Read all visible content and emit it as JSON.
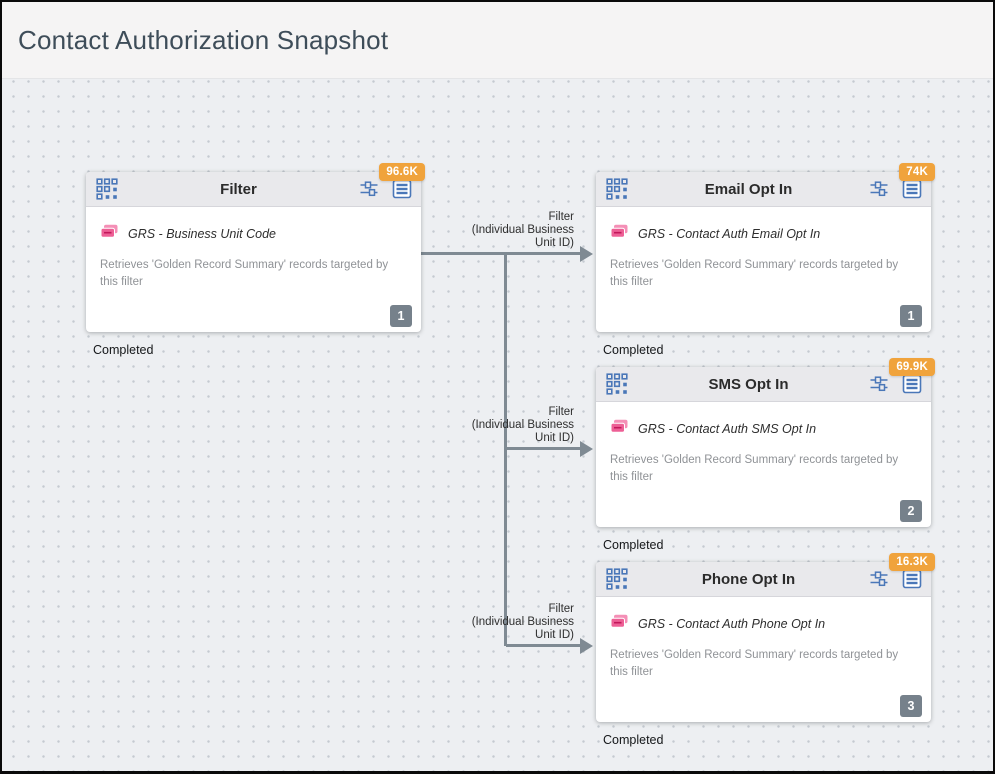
{
  "header": {
    "title": "Contact Authorization Snapshot"
  },
  "canvas": {
    "nodes": [
      {
        "title": "Filter",
        "badge": "96.6K",
        "source": "GRS - Business Unit Code",
        "description": "Retrieves 'Golden Record Summary' records targeted by this filter",
        "step": "1",
        "status": "Completed"
      },
      {
        "title": "Email Opt In",
        "badge": "74K",
        "source": "GRS - Contact Auth Email Opt In",
        "description": "Retrieves 'Golden Record Summary' records targeted by this filter",
        "step": "1",
        "status": "Completed"
      },
      {
        "title": "SMS Opt In",
        "badge": "69.9K",
        "source": "GRS - Contact Auth SMS Opt In",
        "description": "Retrieves 'Golden Record Summary' records targeted by this filter",
        "step": "2",
        "status": "Completed"
      },
      {
        "title": "Phone Opt In",
        "badge": "16.3K",
        "source": "GRS - Contact Auth Phone Opt In",
        "description": "Retrieves 'Golden Record Summary' records targeted by this filter",
        "step": "3",
        "status": "Completed"
      }
    ],
    "edges": [
      {
        "label": "Filter\n(Individual Business\nUnit ID)"
      },
      {
        "label": "Filter\n(Individual Business\nUnit ID)"
      },
      {
        "label": "Filter\n(Individual Business\nUnit ID)"
      }
    ],
    "icons": {
      "grid": "grid-handle-icon",
      "sliders": "configure-sliders-icon",
      "list": "results-list-icon",
      "source": "data-extension-icon"
    },
    "colors": {
      "badge_orange": "#F0A33C",
      "icon_blue": "#4A77B8",
      "source_pink": "#ED5F95",
      "step_badge_gray": "#76818B",
      "connector_gray": "#7F8A93",
      "title_slate": "#3E4D59"
    }
  }
}
